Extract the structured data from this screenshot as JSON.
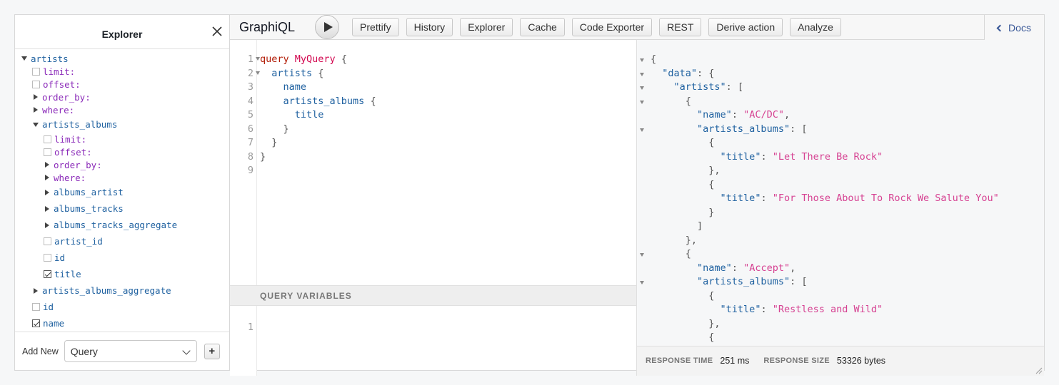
{
  "explorer": {
    "title": "Explorer",
    "footer": {
      "add_new_label": "Add New",
      "operation_selected": "Query",
      "plus": "+"
    },
    "tree": [
      {
        "label": "artists",
        "kind": "field",
        "control": "caret-down",
        "indent": 0
      },
      {
        "label": "limit:",
        "kind": "arg",
        "control": "checkbox",
        "indent": 1
      },
      {
        "label": "offset:",
        "kind": "arg",
        "control": "checkbox",
        "indent": 1
      },
      {
        "label": "order_by:",
        "kind": "arg",
        "control": "caret-right",
        "indent": 1
      },
      {
        "label": "where:",
        "kind": "arg",
        "control": "caret-right",
        "indent": 1
      },
      {
        "label": "artists_albums",
        "kind": "field",
        "control": "caret-down",
        "indent": 1
      },
      {
        "label": "limit:",
        "kind": "arg",
        "control": "checkbox",
        "indent": 2
      },
      {
        "label": "offset:",
        "kind": "arg",
        "control": "checkbox",
        "indent": 2
      },
      {
        "label": "order_by:",
        "kind": "arg",
        "control": "caret-right",
        "indent": 2
      },
      {
        "label": "where:",
        "kind": "arg",
        "control": "caret-right",
        "indent": 2
      },
      {
        "label": "albums_artist",
        "kind": "field",
        "control": "caret-right",
        "indent": 2
      },
      {
        "label": "albums_tracks",
        "kind": "field",
        "control": "caret-right",
        "indent": 2
      },
      {
        "label": "albums_tracks_aggregate",
        "kind": "field",
        "control": "caret-right",
        "indent": 2
      },
      {
        "label": "artist_id",
        "kind": "field",
        "control": "checkbox",
        "indent": 2
      },
      {
        "label": "id",
        "kind": "field",
        "control": "checkbox",
        "indent": 2
      },
      {
        "label": "title",
        "kind": "field",
        "control": "checkbox-checked",
        "indent": 2
      },
      {
        "label": "artists_albums_aggregate",
        "kind": "field",
        "control": "caret-right",
        "indent": 1
      },
      {
        "label": "id",
        "kind": "field",
        "control": "checkbox",
        "indent": 1
      },
      {
        "label": "name",
        "kind": "field",
        "control": "checkbox-checked",
        "indent": 1
      }
    ]
  },
  "toolbar": {
    "brand": "GraphiQL",
    "buttons": [
      "Prettify",
      "History",
      "Explorer",
      "Cache",
      "Code Exporter",
      "REST",
      "Derive action",
      "Analyze"
    ],
    "docs_label": "Docs"
  },
  "query_editor": {
    "line_numbers": [
      "1",
      "2",
      "3",
      "4",
      "5",
      "6",
      "7",
      "8",
      "9"
    ],
    "lines": [
      [
        {
          "t": "query",
          "c": "kw"
        },
        {
          "t": " ",
          "c": "punc"
        },
        {
          "t": "MyQuery",
          "c": "def"
        },
        {
          "t": " {",
          "c": "punc"
        }
      ],
      [
        {
          "t": "  ",
          "c": "punc"
        },
        {
          "t": "artists",
          "c": "prop"
        },
        {
          "t": " {",
          "c": "punc"
        }
      ],
      [
        {
          "t": "    ",
          "c": "punc"
        },
        {
          "t": "name",
          "c": "prop"
        }
      ],
      [
        {
          "t": "    ",
          "c": "punc"
        },
        {
          "t": "artists_albums",
          "c": "prop"
        },
        {
          "t": " {",
          "c": "punc"
        }
      ],
      [
        {
          "t": "      ",
          "c": "punc"
        },
        {
          "t": "title",
          "c": "prop"
        }
      ],
      [
        {
          "t": "    }",
          "c": "punc"
        }
      ],
      [
        {
          "t": "  }",
          "c": "punc"
        }
      ],
      [
        {
          "t": "}",
          "c": "punc"
        }
      ],
      [
        {
          "t": "",
          "c": "punc"
        }
      ]
    ]
  },
  "variables": {
    "header": "QUERY VARIABLES",
    "line_numbers": [
      "1"
    ]
  },
  "result": {
    "lines": [
      [
        {
          "t": "{",
          "c": "punc"
        }
      ],
      [
        {
          "t": "  ",
          "c": "punc"
        },
        {
          "t": "\"data\"",
          "c": "jkey"
        },
        {
          "t": ": {",
          "c": "punc"
        }
      ],
      [
        {
          "t": "    ",
          "c": "punc"
        },
        {
          "t": "\"artists\"",
          "c": "jkey"
        },
        {
          "t": ": [",
          "c": "punc"
        }
      ],
      [
        {
          "t": "      {",
          "c": "punc"
        }
      ],
      [
        {
          "t": "        ",
          "c": "punc"
        },
        {
          "t": "\"name\"",
          "c": "jkey"
        },
        {
          "t": ": ",
          "c": "punc"
        },
        {
          "t": "\"AC/DC\"",
          "c": "jstr"
        },
        {
          "t": ",",
          "c": "punc"
        }
      ],
      [
        {
          "t": "        ",
          "c": "punc"
        },
        {
          "t": "\"artists_albums\"",
          "c": "jkey"
        },
        {
          "t": ": [",
          "c": "punc"
        }
      ],
      [
        {
          "t": "          {",
          "c": "punc"
        }
      ],
      [
        {
          "t": "            ",
          "c": "punc"
        },
        {
          "t": "\"title\"",
          "c": "jkey"
        },
        {
          "t": ": ",
          "c": "punc"
        },
        {
          "t": "\"Let There Be Rock\"",
          "c": "jstr"
        }
      ],
      [
        {
          "t": "          },",
          "c": "punc"
        }
      ],
      [
        {
          "t": "          {",
          "c": "punc"
        }
      ],
      [
        {
          "t": "            ",
          "c": "punc"
        },
        {
          "t": "\"title\"",
          "c": "jkey"
        },
        {
          "t": ": ",
          "c": "punc"
        },
        {
          "t": "\"For Those About To Rock We Salute You\"",
          "c": "jstr"
        }
      ],
      [
        {
          "t": "          }",
          "c": "punc"
        }
      ],
      [
        {
          "t": "        ]",
          "c": "punc"
        }
      ],
      [
        {
          "t": "      },",
          "c": "punc"
        }
      ],
      [
        {
          "t": "      {",
          "c": "punc"
        }
      ],
      [
        {
          "t": "        ",
          "c": "punc"
        },
        {
          "t": "\"name\"",
          "c": "jkey"
        },
        {
          "t": ": ",
          "c": "punc"
        },
        {
          "t": "\"Accept\"",
          "c": "jstr"
        },
        {
          "t": ",",
          "c": "punc"
        }
      ],
      [
        {
          "t": "        ",
          "c": "punc"
        },
        {
          "t": "\"artists_albums\"",
          "c": "jkey"
        },
        {
          "t": ": [",
          "c": "punc"
        }
      ],
      [
        {
          "t": "          {",
          "c": "punc"
        }
      ],
      [
        {
          "t": "            ",
          "c": "punc"
        },
        {
          "t": "\"title\"",
          "c": "jkey"
        },
        {
          "t": ": ",
          "c": "punc"
        },
        {
          "t": "\"Restless and Wild\"",
          "c": "jstr"
        }
      ],
      [
        {
          "t": "          },",
          "c": "punc"
        }
      ],
      [
        {
          "t": "          {",
          "c": "punc"
        }
      ]
    ],
    "fold_lines": [
      0,
      1,
      2,
      3,
      5,
      14,
      16
    ]
  },
  "response": {
    "time_label": "RESPONSE TIME",
    "time_value": "251 ms",
    "size_label": "RESPONSE SIZE",
    "size_value": "53326 bytes"
  },
  "colors": {
    "field": "#1f61a0",
    "arg": "#8b2bb9",
    "keyword": "#b11a04",
    "def": "#d2054e",
    "string": "#d64292",
    "docs_link": "#3b5998"
  },
  "icons": {
    "close": "close-icon",
    "run": "play-icon",
    "docs": "chevron-left-icon",
    "select": "chevron-down-icon",
    "resize": "resize-handle-icon"
  }
}
